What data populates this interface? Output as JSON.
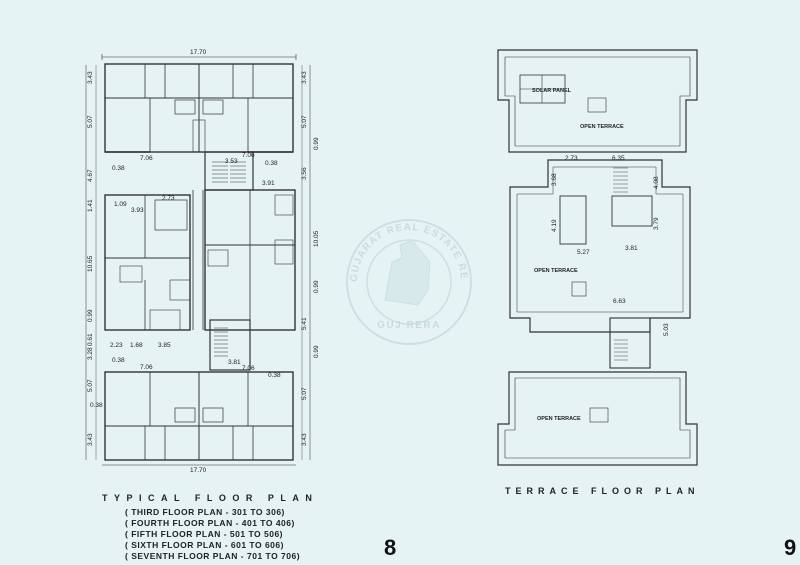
{
  "typical": {
    "dims": {
      "top_width": "17.70",
      "bottom_width": "17.70",
      "left": [
        "3.43",
        "5.07",
        "4.67",
        "1.41",
        "10.65",
        "0.99",
        "0.61",
        "3.28",
        "5.07",
        "0.38",
        "3.43"
      ],
      "right": [
        "3.43",
        "5.07",
        "0.99",
        "3.56",
        "10.05",
        "0.99",
        "5.41",
        "0.99",
        "5.07",
        "3.43"
      ],
      "inner": [
        "7.06",
        "7.06",
        "3.53",
        "0.38",
        "0.38",
        "3.91",
        "2.73",
        "1.09",
        "3.93",
        "2.23",
        "1.68",
        "3.85",
        "0.38",
        "7.06",
        "3.81",
        "7.06",
        "0.38"
      ]
    },
    "title": "TYPICAL FLOOR PLAN",
    "subtitles": [
      "( THIRD FLOOR PLAN - 301 TO 306)",
      "( FOURTH FLOOR PLAN - 401 TO 406)",
      "( FIFTH FLOOR PLAN - 501 TO 506)",
      "( SIXTH FLOOR PLAN - 601 TO 606)",
      "( SEVENTH FLOOR PLAN - 701 TO 706)"
    ],
    "page_number": "8"
  },
  "terrace": {
    "labels": {
      "solar_panel": "SOLAR PANEL",
      "open_terrace_top": "OPEN TERRACE",
      "open_terrace_mid": "OPEN TERRACE",
      "open_terrace_bottom": "OPEN TERRACE"
    },
    "dims": [
      "2.73",
      "6.35",
      "3.68",
      "4.08",
      "4.19",
      "5.27",
      "3.81",
      "3.79",
      "6.63",
      "5.03"
    ],
    "title": "TERRACE FLOOR PLAN",
    "page_number": "9"
  },
  "watermark": {
    "ring_text": "GUJARAT REAL ESTATE REGULATORY AUTHORITY",
    "bottom_text": "GUJ RERA"
  }
}
